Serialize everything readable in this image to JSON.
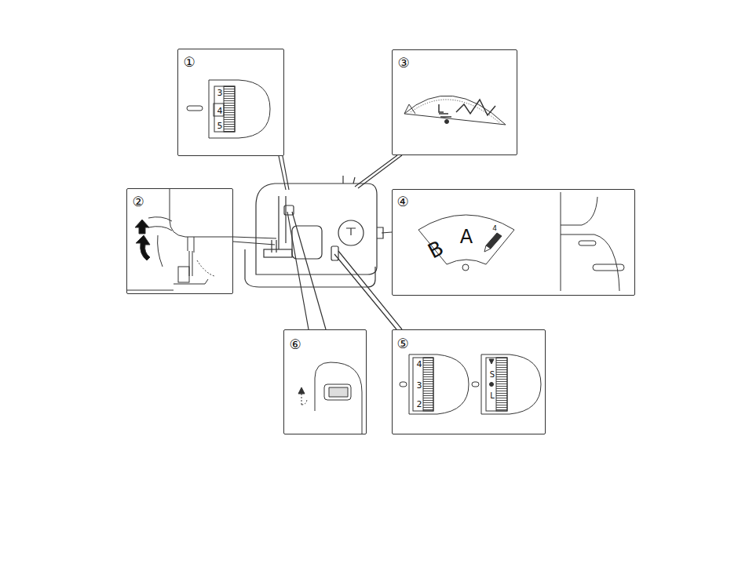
{
  "diagram": {
    "nodes": [
      {
        "text": [
          "①",
          "3",
          "4",
          "5"
        ]
      },
      {
        "text": [
          "③"
        ]
      },
      {
        "text": [
          "②"
        ]
      },
      {
        "text": [
          "④",
          "B",
          "A",
          "4"
        ]
      },
      {
        "text": [
          "⑥"
        ]
      },
      {
        "text": [
          "⑤",
          "4",
          "3",
          "2",
          "S",
          "L"
        ]
      }
    ]
  }
}
